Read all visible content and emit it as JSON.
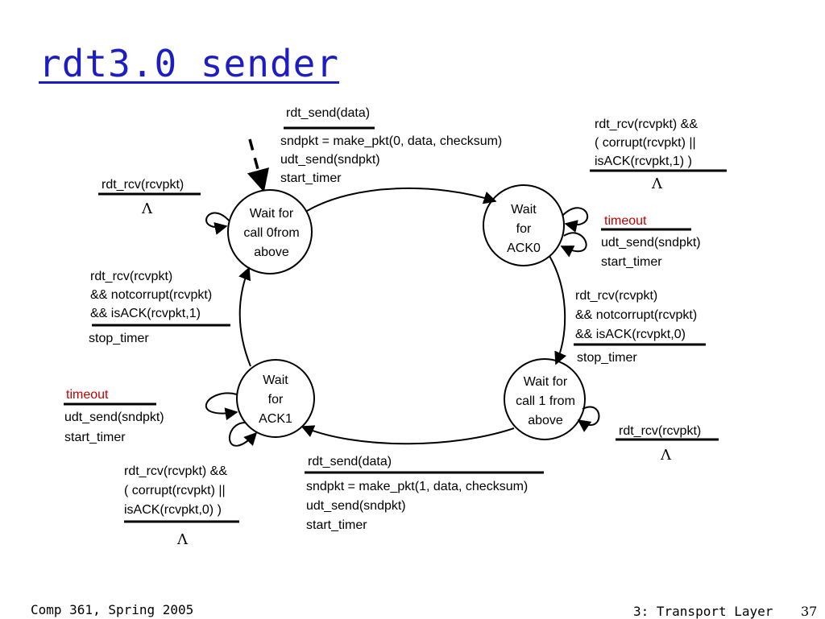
{
  "title": "rdt3.0 sender",
  "states": {
    "wait_call0": [
      "Wait for",
      "call 0from",
      "above"
    ],
    "wait_ack0": [
      "Wait",
      "for",
      "ACK0"
    ],
    "wait_call1": [
      "Wait for",
      "call 1 from",
      "above"
    ],
    "wait_ack1": [
      "Wait",
      "for",
      "ACK1"
    ]
  },
  "transitions": {
    "call0_to_ack0": {
      "event": "rdt_send(data)",
      "actions": [
        "sndpkt = make_pkt(0, data, checksum)",
        "udt_send(sndpkt)",
        "start_timer"
      ]
    },
    "call0_self": {
      "event": "rdt_rcv(rcvpkt)",
      "action": "Λ"
    },
    "ack0_self_corrupt": {
      "event": [
        "rdt_rcv(rcvpkt) &&",
        "( corrupt(rcvpkt) ||",
        "isACK(rcvpkt,1) )"
      ],
      "action": "Λ"
    },
    "ack0_timeout": {
      "event": "timeout",
      "actions": [
        "udt_send(sndpkt)",
        "start_timer"
      ]
    },
    "ack0_to_call1": {
      "event": [
        "rdt_rcv(rcvpkt)",
        "&& notcorrupt(rcvpkt)",
        "&& isACK(rcvpkt,0)"
      ],
      "action": "stop_timer"
    },
    "call1_self": {
      "event": "rdt_rcv(rcvpkt)",
      "action": "Λ"
    },
    "call1_to_ack1": {
      "event": "rdt_send(data)",
      "actions": [
        "sndpkt = make_pkt(1, data, checksum)",
        "udt_send(sndpkt)",
        "start_timer"
      ]
    },
    "ack1_timeout": {
      "event": "timeout",
      "actions": [
        "udt_send(sndpkt)",
        "start_timer"
      ]
    },
    "ack1_self_corrupt": {
      "event": [
        "rdt_rcv(rcvpkt) &&",
        "( corrupt(rcvpkt) ||",
        "isACK(rcvpkt,0) )"
      ],
      "action": "Λ"
    },
    "ack1_to_call0": {
      "event": [
        "rdt_rcv(rcvpkt)",
        "&& notcorrupt(rcvpkt)",
        "&& isACK(rcvpkt,1)"
      ],
      "action": "stop_timer"
    }
  },
  "footer": {
    "course": "Comp 361, Spring 2005",
    "section": "3: Transport Layer",
    "page": "37"
  },
  "colors": {
    "title": "#1d1dc4",
    "timeout": "#c00000"
  }
}
